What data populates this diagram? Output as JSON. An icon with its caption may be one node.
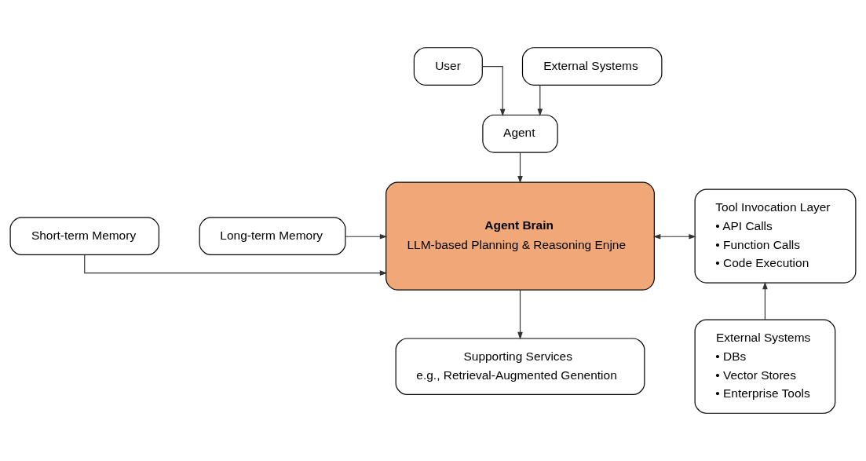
{
  "diagram": {
    "nodes": [
      {
        "text": [
          "User"
        ]
      },
      {
        "text": [
          "External Systems"
        ]
      },
      {
        "text": [
          "Agent"
        ]
      },
      {
        "text": [
          "Short-term Memory"
        ]
      },
      {
        "text": [
          "Long-term Memory"
        ]
      },
      {
        "text": [
          "Agent Brain",
          "LLM-based Planning & Reasoning Enjne"
        ]
      },
      {
        "text": [
          "Tool Invocation Layer",
          "• API Calls",
          "• Function Calls",
          "• Code Execution"
        ]
      },
      {
        "text": [
          "Supporting Services",
          "e.g., Retrieval-Augmented Genention"
        ]
      },
      {
        "text": [
          "External Systems",
          "• DBs",
          "• Vector Stores",
          "• Enterprise Tools"
        ]
      }
    ],
    "edges": [
      {
        "from": 0,
        "to": 2,
        "arrow": "to"
      },
      {
        "from": 1,
        "to": 2,
        "arrow": "to"
      },
      {
        "from": 2,
        "to": 5,
        "arrow": "to"
      },
      {
        "from": 3,
        "to": 5,
        "arrow": "to"
      },
      {
        "from": 4,
        "to": 5,
        "arrow": "to"
      },
      {
        "from": 5,
        "to": 6,
        "arrow": "both"
      },
      {
        "from": 5,
        "to": 7,
        "arrow": "to"
      },
      {
        "from": 8,
        "to": 6,
        "arrow": "to"
      }
    ]
  }
}
